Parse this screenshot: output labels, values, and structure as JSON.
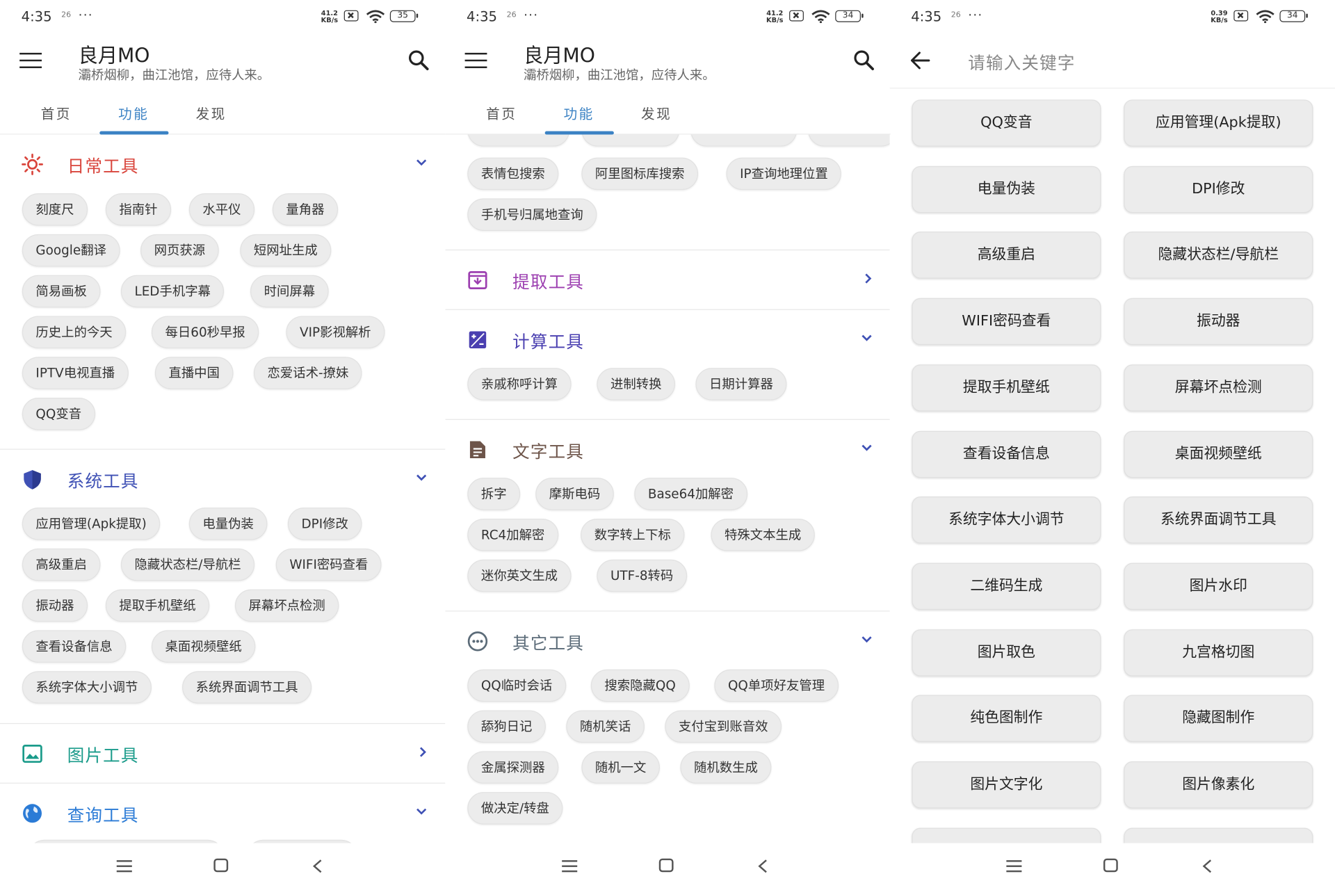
{
  "status": {
    "time": "4:35",
    "small_badge": "26",
    "dots": "···"
  },
  "panels": [
    {
      "speed_top": "41.2",
      "speed_bottom": "KB/s",
      "battery": "35"
    },
    {
      "speed_top": "41.2",
      "speed_bottom": "KB/s",
      "battery": "34"
    },
    {
      "speed_top": "0.39",
      "speed_bottom": "KB/s",
      "battery": "34"
    }
  ],
  "app": {
    "title": "良月MO",
    "subtitle": "灞桥烟柳，曲江池馆，应待人来。"
  },
  "tabs": [
    "首页",
    "功能",
    "发现"
  ],
  "panel1": {
    "daily": {
      "title": "日常工具",
      "color": "#d9453c",
      "items": [
        "刻度尺",
        "指南针",
        "水平仪",
        "量角器",
        "Google翻译",
        "网页获源",
        "短网址生成",
        "简易画板",
        "LED手机字幕",
        "时间屏幕",
        "历史上的今天",
        "每日60秒早报",
        "VIP影视解析",
        "IPTV电视直播",
        "直播中国",
        "恋爱话术-撩妹",
        "QQ变音"
      ]
    },
    "system": {
      "title": "系统工具",
      "color": "#3f51b5",
      "items": [
        "应用管理(Apk提取)",
        "电量伪装",
        "DPI修改",
        "高级重启",
        "隐藏状态栏/导航栏",
        "WIFI密码查看",
        "振动器",
        "提取手机壁纸",
        "屏幕坏点检测",
        "查看设备信息",
        "桌面视频壁纸",
        "系统字体大小调节",
        "系统界面调节工具"
      ]
    },
    "image": {
      "title": "图片工具",
      "color": "#1a9b8a"
    },
    "query": {
      "title": "查询工具",
      "color": "#2b7bd6"
    }
  },
  "panel2": {
    "query_items": [
      "表情包搜索",
      "阿里图标库搜索",
      "IP查询地理位置",
      "手机号归属地查询"
    ],
    "extract": {
      "title": "提取工具",
      "color": "#9c3fb0"
    },
    "calc": {
      "title": "计算工具",
      "color": "#4a3fb0",
      "items": [
        "亲戚称呼计算",
        "进制转换",
        "日期计算器"
      ]
    },
    "text": {
      "title": "文字工具",
      "color": "#6d5449",
      "items": [
        "拆字",
        "摩斯电码",
        "Base64加解密",
        "RC4加解密",
        "数字转上下标",
        "特殊文本生成",
        "迷你英文生成",
        "UTF-8转码"
      ]
    },
    "other": {
      "title": "其它工具",
      "color": "#5b6b78",
      "items": [
        "QQ临时会话",
        "搜索隐藏QQ",
        "QQ单项好友管理",
        "舔狗日记",
        "随机笑话",
        "支付宝到账音效",
        "金属探测器",
        "随机一文",
        "随机数生成",
        "做决定/转盘"
      ]
    }
  },
  "panel3": {
    "search_placeholder": "请输入关键字",
    "results": [
      "QQ变音",
      "应用管理(Apk提取)",
      "电量伪装",
      "DPI修改",
      "高级重启",
      "隐藏状态栏/导航栏",
      "WIFI密码查看",
      "振动器",
      "提取手机壁纸",
      "屏幕坏点检测",
      "查看设备信息",
      "桌面视频壁纸",
      "系统字体大小调节",
      "系统界面调节工具",
      "二维码生成",
      "图片水印",
      "图片取色",
      "九宫格切图",
      "纯色图制作",
      "隐藏图制作",
      "图片文字化",
      "图片像素化"
    ]
  }
}
